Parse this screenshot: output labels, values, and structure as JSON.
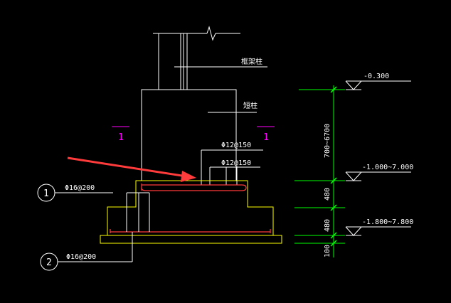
{
  "labels": {
    "column_top": "框架柱",
    "column_short": "短柱",
    "section_mark_left": "1",
    "section_mark_right": "1",
    "rebar_top_1": "Φ12@150",
    "rebar_top_2": "Φ12@150",
    "rebar_left_1": "Φ16@200",
    "rebar_bottom_2": "Φ16@200",
    "callout_1": "1",
    "callout_2": "2"
  },
  "elevations": {
    "top": "-0.300",
    "mid": "-1.000~7.000",
    "bottom": "-1.800~7.800"
  },
  "dimensions": {
    "d1": "700~6700",
    "d2": "480",
    "d3": "480",
    "d4": "100"
  },
  "colors": {
    "background": "#000000",
    "lines": "#ffffff",
    "footing": "#ffff00",
    "rebar": "#ff3b3b",
    "dimension": "#00ff00",
    "section_mark": "#ff00ff",
    "arrow": "#ff3b3b"
  }
}
